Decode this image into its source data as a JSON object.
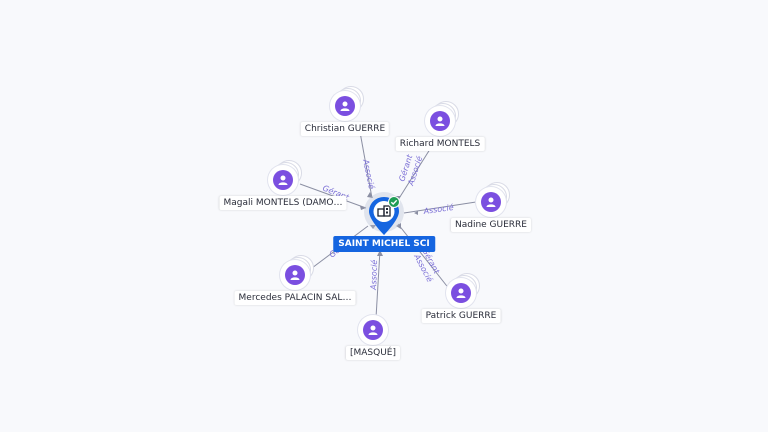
{
  "center": {
    "name": "SAINT MICHEL SCI",
    "icon": "building-pin-icon",
    "badge_icon": "check-badge-icon",
    "pin_color": "#1565e0",
    "badge_color": "#1f9d55"
  },
  "person_color": "#7b4fe0",
  "edge_label_color": "#7b6fd6",
  "nodes": [
    {
      "name": "Christian GUERRE"
    },
    {
      "name": "Richard MONTELS"
    },
    {
      "name": "Magali MONTELS (DAMO…"
    },
    {
      "name": "Nadine GUERRE"
    },
    {
      "name": "Mercedes PALACIN SAL…"
    },
    {
      "name": "Patrick GUERRE"
    },
    {
      "name": "[MASQUÉ]"
    }
  ],
  "edge_labels": {
    "christian": "Associé",
    "richard_1": "Gérant",
    "richard_2": "Associé",
    "magali": "Gérant",
    "nadine": "Associé",
    "mercedes": "Gérant",
    "patrick_1": "Gérant",
    "patrick_2": "Associé",
    "masque": "Associé"
  }
}
